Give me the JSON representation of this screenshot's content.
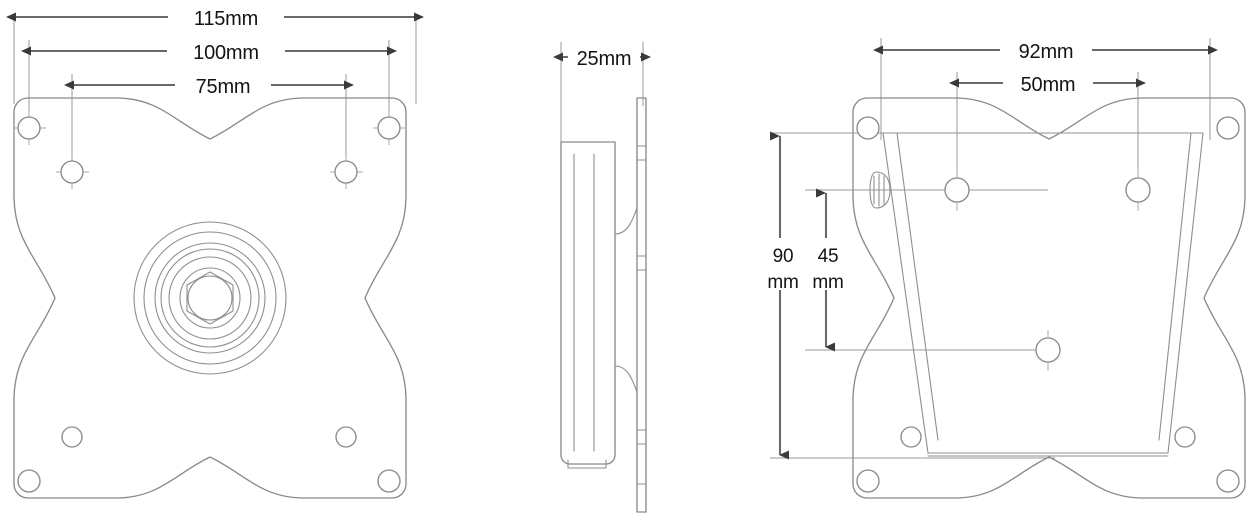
{
  "drawing": {
    "title": "VESA monitor mount bracket technical drawing",
    "background_color": "#ffffff",
    "line_color": "#8a8a8a",
    "dimension_line_color": "#6a6a6a",
    "text_color": "#141414",
    "units": "mm"
  },
  "views": [
    {
      "id": "front-view",
      "name": "front-view",
      "description": "Front view of VESA mounting plate with concentric ring boss and hex socket center"
    },
    {
      "id": "side-view",
      "name": "side-view",
      "description": "Side profile view showing 25mm depth block and thin wall plate"
    },
    {
      "id": "right-view",
      "name": "right-view",
      "description": "Rear/right view with trapezoid bracket overlay and thumbscrew"
    }
  ],
  "dimensions": {
    "front": [
      {
        "id": "d115",
        "label": "115mm",
        "value": 115,
        "unit": "mm",
        "orientation": "horizontal"
      },
      {
        "id": "d100",
        "label": "100mm",
        "value": 100,
        "unit": "mm",
        "orientation": "horizontal"
      },
      {
        "id": "d75",
        "label": "75mm",
        "value": 75,
        "unit": "mm",
        "orientation": "horizontal"
      }
    ],
    "side": [
      {
        "id": "d25",
        "label": "25mm",
        "value": 25,
        "unit": "mm",
        "orientation": "horizontal"
      }
    ],
    "right": [
      {
        "id": "d92",
        "label": "92mm",
        "value": 92,
        "unit": "mm",
        "orientation": "horizontal"
      },
      {
        "id": "d50",
        "label": "50mm",
        "value": 50,
        "unit": "mm",
        "orientation": "horizontal"
      },
      {
        "id": "d90",
        "label_line1": "90",
        "label_line2": "mm",
        "value": 90,
        "unit": "mm",
        "orientation": "vertical"
      },
      {
        "id": "d45",
        "label_line1": "45",
        "label_line2": "mm",
        "value": 45,
        "unit": "mm",
        "orientation": "vertical"
      }
    ]
  }
}
